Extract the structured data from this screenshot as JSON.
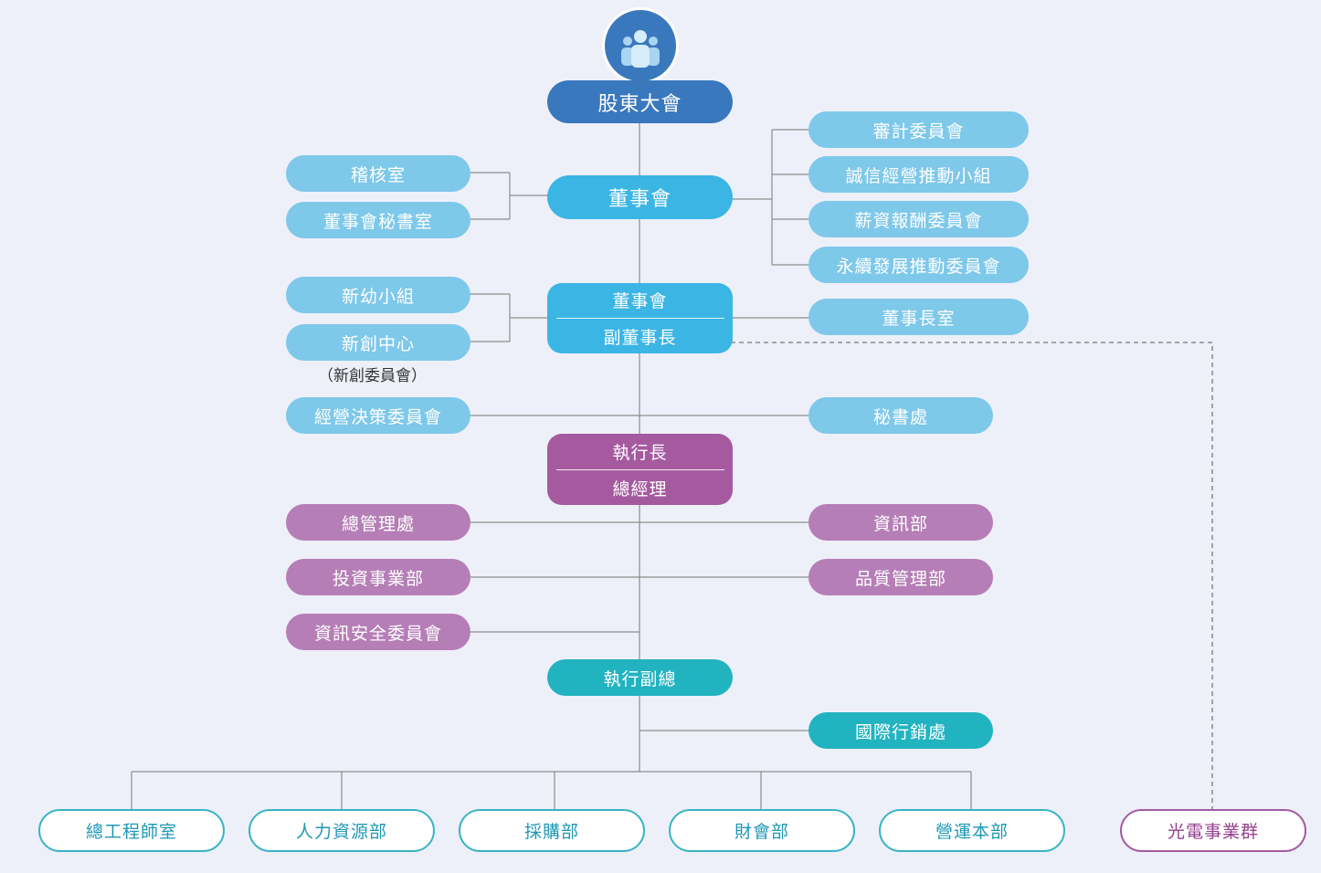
{
  "top": {
    "shareholders": "股東大會",
    "icon": "people-group-icon"
  },
  "board": {
    "label": "董事會"
  },
  "board_left": [
    "稽核室",
    "董事會秘書室"
  ],
  "board_committees": [
    "審計委員會",
    "誠信經營推動小組",
    "薪資報酬委員會",
    "永續發展推動委員會"
  ],
  "vice": {
    "line1": "董事會",
    "line2": "副董事長"
  },
  "vice_left": [
    "新幼小組",
    "新創中心"
  ],
  "vice_left_note": "（新創委員會）",
  "chairman_office": "董事長室",
  "decision_committee": "經營決策委員會",
  "secretariat": "秘書處",
  "ceo": {
    "line1": "執行長",
    "line2": "總經理"
  },
  "ceo_left": [
    "總管理處",
    "投資事業部",
    "資訊安全委員會"
  ],
  "ceo_right": [
    "資訊部",
    "品質管理部"
  ],
  "evp": "執行副總",
  "international": "國際行銷處",
  "bottom_units": [
    "總工程師室",
    "人力資源部",
    "採購部",
    "財會部",
    "營運本部"
  ],
  "optoelectronics": "光電事業群",
  "colors": {
    "dark_blue": "#3a78bd",
    "mid_blue": "#3bb5e4",
    "light_blue": "#7ec8ea",
    "purple": "#b57eb6",
    "dark_purple": "#a55aa0",
    "teal": "#22b3c0"
  }
}
